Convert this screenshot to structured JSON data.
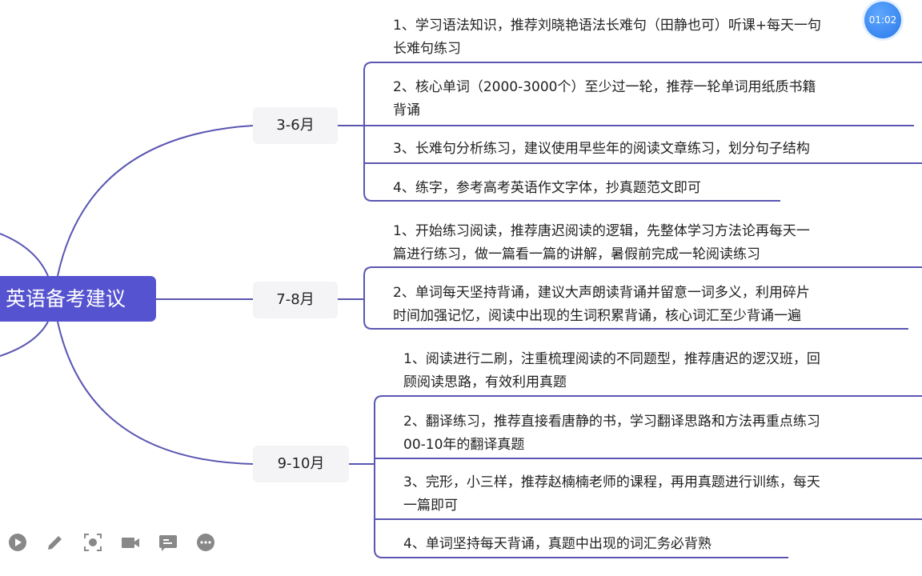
{
  "root": {
    "label": "英语备考建议"
  },
  "branches": [
    {
      "label": "3-6月",
      "items": [
        "1、学习语法知识，推荐刘晓艳语法长难句（田静也可）听课+每天一句",
        "长难句练习",
        "2、核心单词（2000-3000个）至少过一轮，推荐一轮单词用纸质书籍",
        "背诵",
        "3、长难句分析练习，建议使用早些年的阅读文章练习，划分句子结构",
        "4、练字，参考高考英语作文字体，抄真题范文即可"
      ]
    },
    {
      "label": "7-8月",
      "items": [
        "1、开始练习阅读，推荐唐迟阅读的逻辑，先整体学习方法论再每天一",
        "篇进行练习，做一篇看一篇的讲解，暑假前完成一轮阅读练习",
        "2、单词每天坚持背诵，建议大声朗读背诵并留意一词多义，利用碎片",
        "时间加强记忆，阅读中出现的生词积累背诵，核心词汇至少背诵一遍"
      ]
    },
    {
      "label": "9-10月",
      "items": [
        "1、阅读进行二刷，注重梳理阅读的不同题型，推荐唐迟的逻汉班，回",
        "顾阅读思路，有效利用真题",
        "2、翻译练习，推荐直接看唐静的书，学习翻译思路和方法再重点练习",
        "00-10年的翻译真题",
        "3、完形，小三样，推荐赵楠楠老师的课程，再用真题进行训练，每天",
        "一篇即可",
        "4、单词坚持每天背诵，真题中出现的词汇务必背熟"
      ]
    }
  ],
  "timer": "01:02",
  "toolbar": [
    "play-icon",
    "pencil-icon",
    "screenshot-icon",
    "video-icon",
    "comment-icon",
    "more-icon"
  ],
  "colors": {
    "accent": "#5553cf",
    "line": "#5a56b2"
  }
}
